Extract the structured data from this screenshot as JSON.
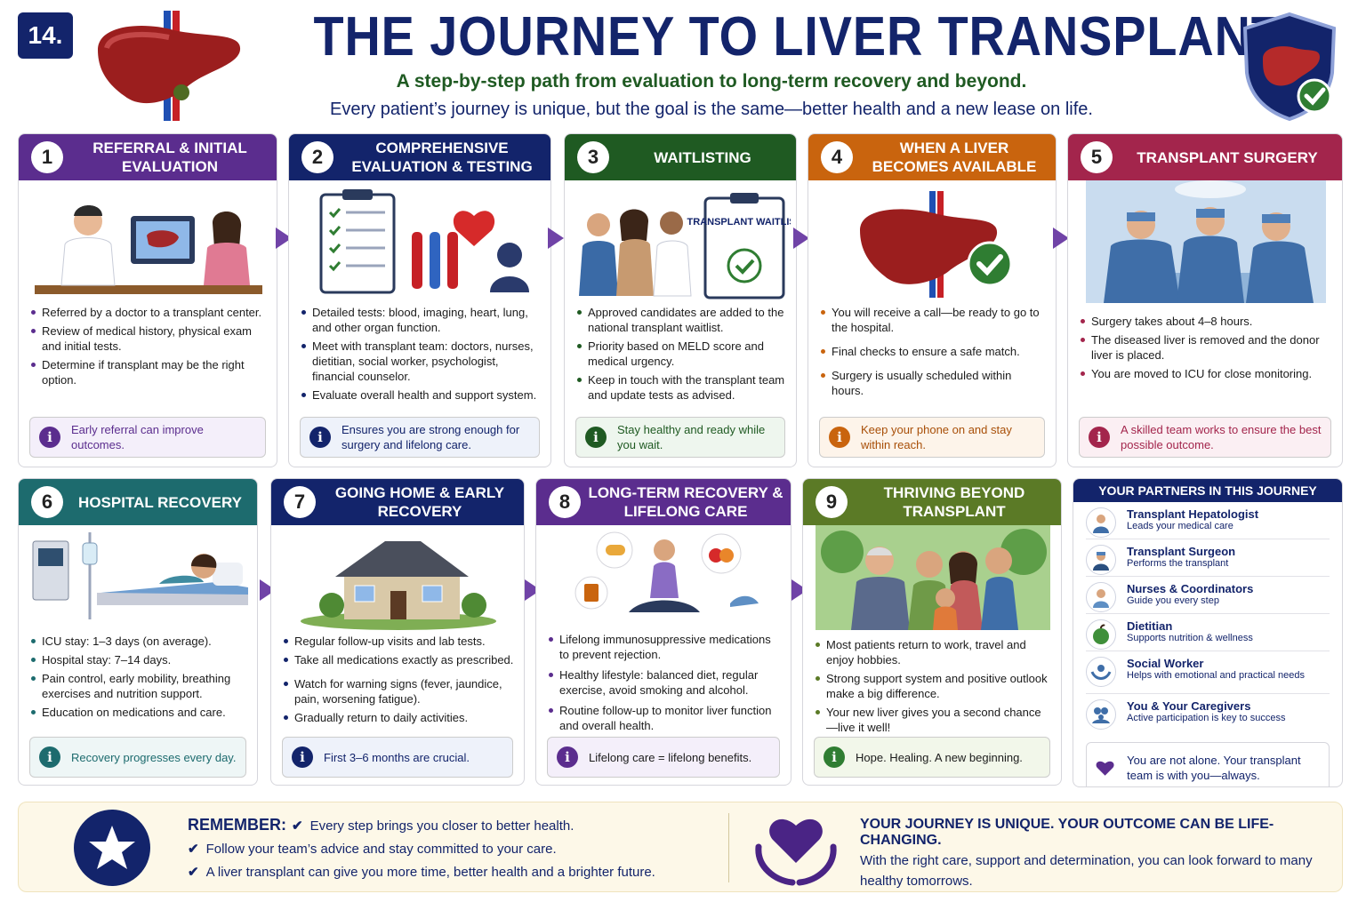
{
  "header": {
    "badge": "14.",
    "title": "THE JOURNEY TO LIVER TRANSPLANT",
    "subtitle": "A step-by-step path from evaluation to long-term recovery and beyond.",
    "tagline": "Every patient’s journey is unique, but the goal is the same—better health and a new lease on life."
  },
  "colors": {
    "purple": "#5b2d8e",
    "navy": "#13246b",
    "green": "#1f5a22",
    "orange": "#c9640e",
    "crimson": "#a3254c",
    "teal": "#1d6b6e",
    "olive": "#5b7a26"
  },
  "steps": [
    {
      "num": "1",
      "title": "REFERRAL & INITIAL EVALUATION",
      "bullets": [
        "Referred by a doctor to a transplant center.",
        "Review of medical history, physical exam and initial tests.",
        "Determine if transplant may be the right option."
      ],
      "note": "Early referral can improve outcomes.",
      "icon": "doctor-consultation-icon"
    },
    {
      "num": "2",
      "title": "COMPREHENSIVE EVALUATION & TESTING",
      "bullets": [
        "Detailed tests: blood, imaging, heart, lung, and other organ function.",
        "Meet with transplant team: doctors, nurses, dietitian, social worker, psychologist, financial counselor.",
        "Evaluate overall health and support system."
      ],
      "note": "Ensures you are strong enough for surgery and lifelong care.",
      "icon": "checklist-icon"
    },
    {
      "num": "3",
      "title": "WAITLISTING",
      "bullets": [
        "Approved candidates are added to the national transplant waitlist.",
        "Priority based on MELD score and medical urgency.",
        "Keep in touch with the transplant team and update tests as advised."
      ],
      "note": "Stay healthy and ready while you wait.",
      "icon": "waitlist-icon",
      "board_label": "TRANSPLANT WAITLIST"
    },
    {
      "num": "4",
      "title": "WHEN A LIVER BECOMES AVAILABLE",
      "bullets": [
        "You will receive a call—be ready to go to the hospital.",
        "Final checks to ensure a safe match.",
        "Surgery is usually scheduled within hours."
      ],
      "note": "Keep your phone on and stay within reach.",
      "icon": "liver-check-icon"
    },
    {
      "num": "5",
      "title": "TRANSPLANT SURGERY",
      "bullets": [
        "Surgery takes about 4–8 hours.",
        "The diseased liver is removed and the donor liver is placed.",
        "You are moved to ICU for close monitoring."
      ],
      "note": "A skilled team works to ensure the best possible outcome.",
      "icon": "surgery-icon"
    },
    {
      "num": "6",
      "title": "HOSPITAL RECOVERY",
      "bullets": [
        "ICU stay: 1–3 days (on average).",
        "Hospital stay: 7–14 days.",
        "Pain control, early mobility, breathing exercises and nutrition support.",
        "Education on medications and care."
      ],
      "note": "Recovery progresses every day.",
      "icon": "hospital-bed-icon"
    },
    {
      "num": "7",
      "title": "GOING HOME & EARLY RECOVERY",
      "bullets": [
        "Regular follow-up visits and lab tests.",
        "Take all medications exactly as prescribed.",
        "Watch for warning signs (fever, jaundice, pain, worsening fatigue).",
        "Gradually return to daily activities."
      ],
      "note": "First 3–6 months are crucial.",
      "icon": "house-icon"
    },
    {
      "num": "8",
      "title": "LONG-TERM RECOVERY & LIFELONG CARE",
      "bullets": [
        "Lifelong immunosuppressive medications to prevent rejection.",
        "Healthy lifestyle: balanced diet, regular exercise, avoid smoking and alcohol.",
        "Routine follow-up to monitor liver function and overall health."
      ],
      "note": "Lifelong care = lifelong benefits.",
      "icon": "meditation-icon"
    },
    {
      "num": "9",
      "title": "THRIVING BEYOND TRANSPLANT",
      "bullets": [
        "Most patients return to work, travel and enjoy hobbies.",
        "Strong support system and positive outlook make a big difference.",
        "Your new liver gives you a second chance—live it well!"
      ],
      "note": "Hope. Healing. A new beginning.",
      "icon": "family-icon"
    }
  ],
  "partners": {
    "title": "YOUR PARTNERS IN THIS JOURNEY",
    "items": [
      {
        "title": "Transplant Hepatologist",
        "sub": "Leads your medical care",
        "icon": "hepatologist-icon"
      },
      {
        "title": "Transplant Surgeon",
        "sub": "Performs the transplant",
        "icon": "surgeon-icon"
      },
      {
        "title": "Nurses & Coordinators",
        "sub": "Guide you every step",
        "icon": "nurse-icon"
      },
      {
        "title": "Dietitian",
        "sub": "Supports nutrition & wellness",
        "icon": "apple-icon"
      },
      {
        "title": "Social Worker",
        "sub": "Helps with emotional and practical needs",
        "icon": "support-hands-icon"
      },
      {
        "title": "You & Your Caregivers",
        "sub": "Active participation is key to success",
        "icon": "caregivers-icon"
      }
    ],
    "alone": "You are not alone. Your transplant team is with you—always."
  },
  "footer": {
    "remember_label": "REMEMBER:",
    "points": [
      "Every step brings you closer to better health.",
      "Follow your team’s advice and stay committed to your care.",
      "A liver transplant can give you more time, better health and a brighter future."
    ],
    "journey_title": "YOUR JOURNEY IS UNIQUE. YOUR OUTCOME CAN BE LIFE-CHANGING.",
    "journey_text": "With the right care, support and determination, you can look forward to many healthy tomorrows."
  }
}
